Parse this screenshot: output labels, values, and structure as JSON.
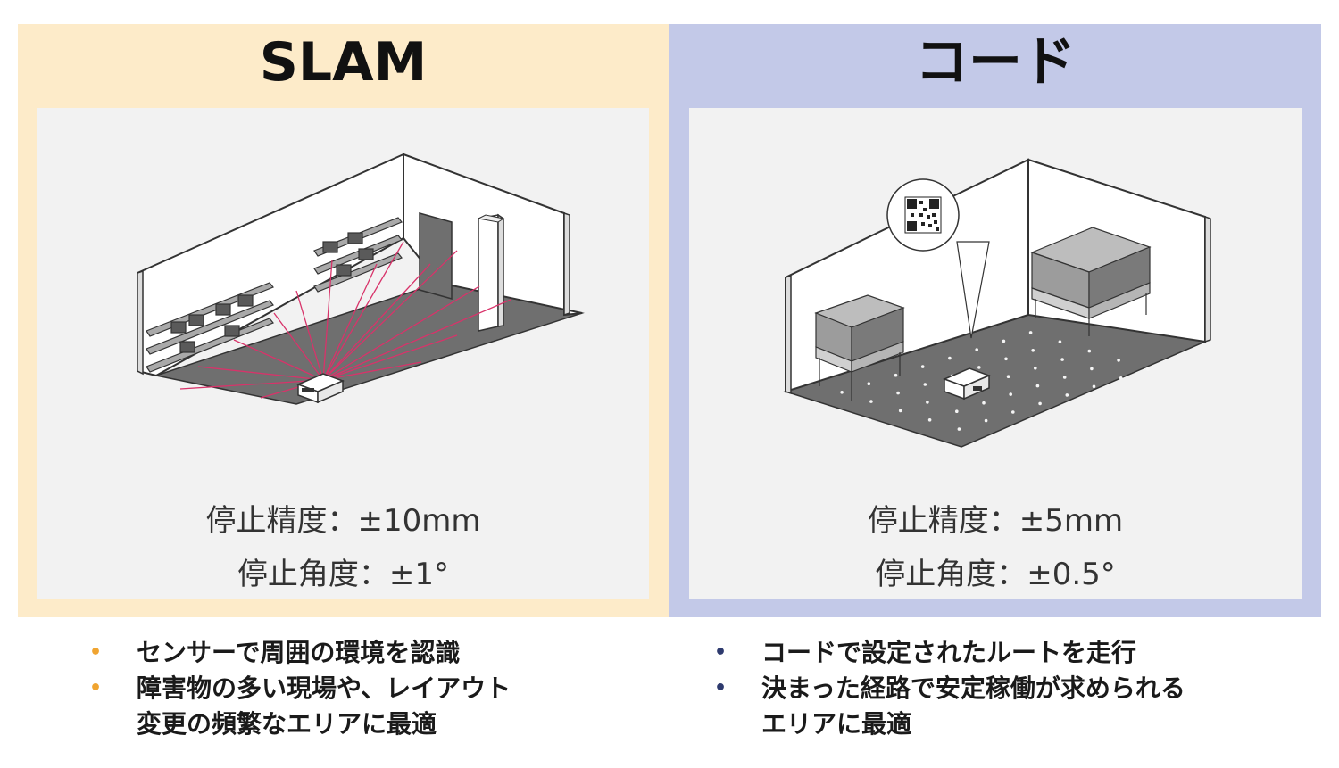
{
  "colors": {
    "slam_panel": "#fdebc9",
    "code_panel": "#c3c9e8",
    "card": "#f2f2f2",
    "slam_bullet": "#f0a430",
    "code_bullet": "#2e3a6e",
    "laser": "#d8336a"
  },
  "slam": {
    "title": "SLAM",
    "spec_accuracy": "停止精度：±10mm",
    "spec_angle": "停止角度：±1°",
    "bullets": [
      "センサーで周囲の環境を認識",
      "障害物の多い現場や、レイアウト\n変更の頻繁なエリアに最適"
    ]
  },
  "code": {
    "title": "コード",
    "spec_accuracy": "停止精度：±5mm",
    "spec_angle": "停止角度：±0.5°",
    "bullets": [
      "コードで設定されたルートを走行",
      "決まった経路で安定稼働が求められる\nエリアに最適"
    ]
  },
  "bullet_glyph": "•"
}
